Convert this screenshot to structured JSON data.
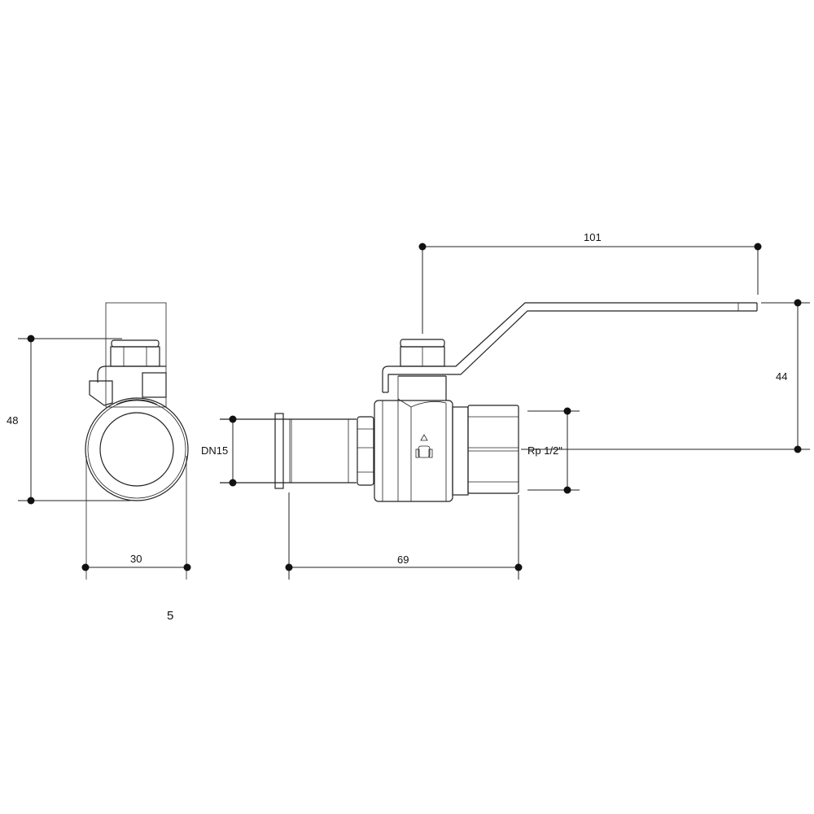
{
  "drawing": {
    "dimensions": {
      "height_overall": "48",
      "width_body": "30",
      "handle_length": "101",
      "handle_height": "44",
      "pipe_size": "DN15",
      "thread_size": "Rp 1/2\"",
      "length_overall": "69"
    },
    "page_number": "5"
  }
}
